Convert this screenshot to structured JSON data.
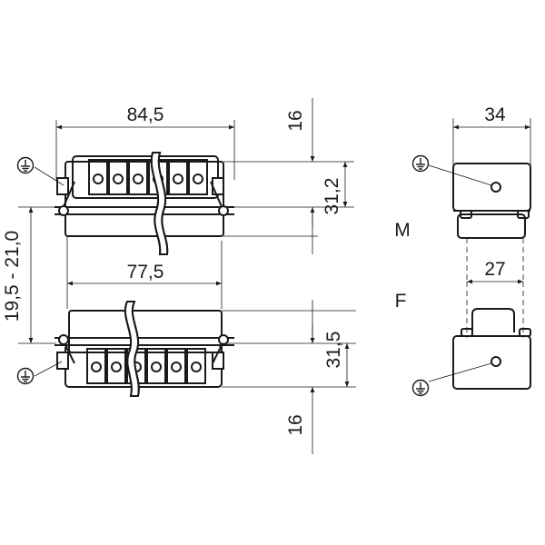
{
  "dimensions": {
    "overall_width": "84,5",
    "cover_depth_top": "16",
    "male_height": "31,2",
    "side_width": "34",
    "height_range": "19,5 - 21,0",
    "female_width": "77,5",
    "side_inner_width": "27",
    "female_height": "31,5",
    "cover_depth_bottom": "16"
  },
  "labels": {
    "male": "M",
    "female": "F"
  },
  "icons": [
    "protective-earth-symbol"
  ]
}
